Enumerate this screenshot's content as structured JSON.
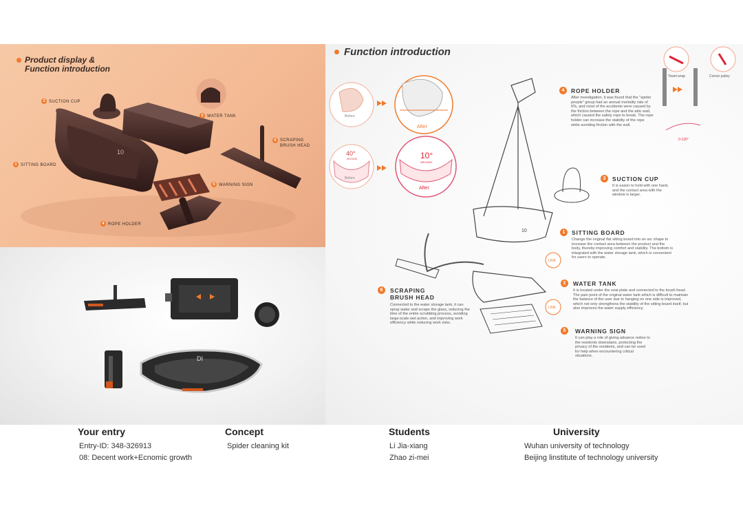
{
  "left_panel": {
    "title_line1": "Product display &",
    "title_line2": "Function introduction",
    "labels": [
      {
        "num": "3",
        "text": "SUCTION CUP"
      },
      {
        "num": "2",
        "text": "WATER TANK"
      },
      {
        "num": "6",
        "text": "SCRAPING"
      },
      {
        "num": "1",
        "text": "SITTING BOARD"
      },
      {
        "num": "5",
        "text": "WARNING SIGN"
      },
      {
        "num": "4",
        "text": "ROPE HOLDER"
      }
    ],
    "scraping_line2": "BRUSH HEAD",
    "seat_mark": "10"
  },
  "render_panel": {
    "seat_mark": "DI"
  },
  "function_panel": {
    "title": "Function introduction",
    "diagram_labels": {
      "before1": "Before",
      "after1": "After",
      "before2": "Before",
      "after2": "After",
      "angle1": "40°",
      "angle1_sub": "AROUND",
      "angle2": "10°",
      "angle2_sub": "AROUND",
      "towel_wrap": "Towel wrap",
      "corner_pulley": "Corner pulley",
      "angle_range": "0-120°",
      "link1": "LINK",
      "link2": "LINK",
      "seat_mark": "10"
    },
    "sections": [
      {
        "num": "4",
        "title": "ROPE HOLDER",
        "body": "After investigation, it was found that the \"spider people\" group had an annual mortality rate of 6%, and most of the accidents were caused by the friction between the rope and the attic wall, which caused the safety rope to break. The rope holder can increase the stability of the rope while avoiding friction with the wall."
      },
      {
        "num": "3",
        "title": "SUCTION CUP",
        "body": "It is easier to hold with one hand, and the contact area with the window is larger."
      },
      {
        "num": "1",
        "title": "SITTING BOARD",
        "body": "Change the original flat sitting board into an arc shape to increase the contact area between the product and the body, thereby improving comfort and stability. The bottom is integrated with the water storage tank, which is convenient for users to operate."
      },
      {
        "num": "2",
        "title": "WATER TANK",
        "body": "It is located under the seat plate and connected to the brush head. The pain point of the original water tank which is difficult to maintain the balance of the user due to hanging on one side is improved, which not only strengthens the stability of the sitting board itself, but also improves the water supply efficiency."
      },
      {
        "num": "5",
        "title": "WARNING SIGN",
        "body": "It can play a role of giving advance notice to the residents downstairs, protecting the privacy of the residents, and can be used for help when encountering critical situations."
      },
      {
        "num": "6",
        "title": "SCRAPING",
        "title2": "BRUSH HEAD",
        "body": "Connected to the water storage tank, it can spray water and scrape the glass, reducing the time of the entire scrubbing process, avoiding large-scale wet action, and improving work efficiency while reducing work risks."
      }
    ]
  },
  "footer": {
    "entry": {
      "heading": "Your entry",
      "lines": [
        "Entry-ID: 348-326913",
        "08: Decent work+Ecnomic growth"
      ]
    },
    "concept": {
      "heading": "Concept",
      "lines": [
        "Spider cleaning kit"
      ]
    },
    "students": {
      "heading": "Students",
      "lines": [
        "Li Jia-xiang",
        "Zhao zi-mei"
      ]
    },
    "university": {
      "heading": "University",
      "lines": [
        "Wuhan university of technology",
        "Beijing linstitute of technology university"
      ]
    }
  },
  "colors": {
    "accent": "#f07a2c",
    "peach": "#f3b993",
    "dark_product": "#3d2522"
  }
}
